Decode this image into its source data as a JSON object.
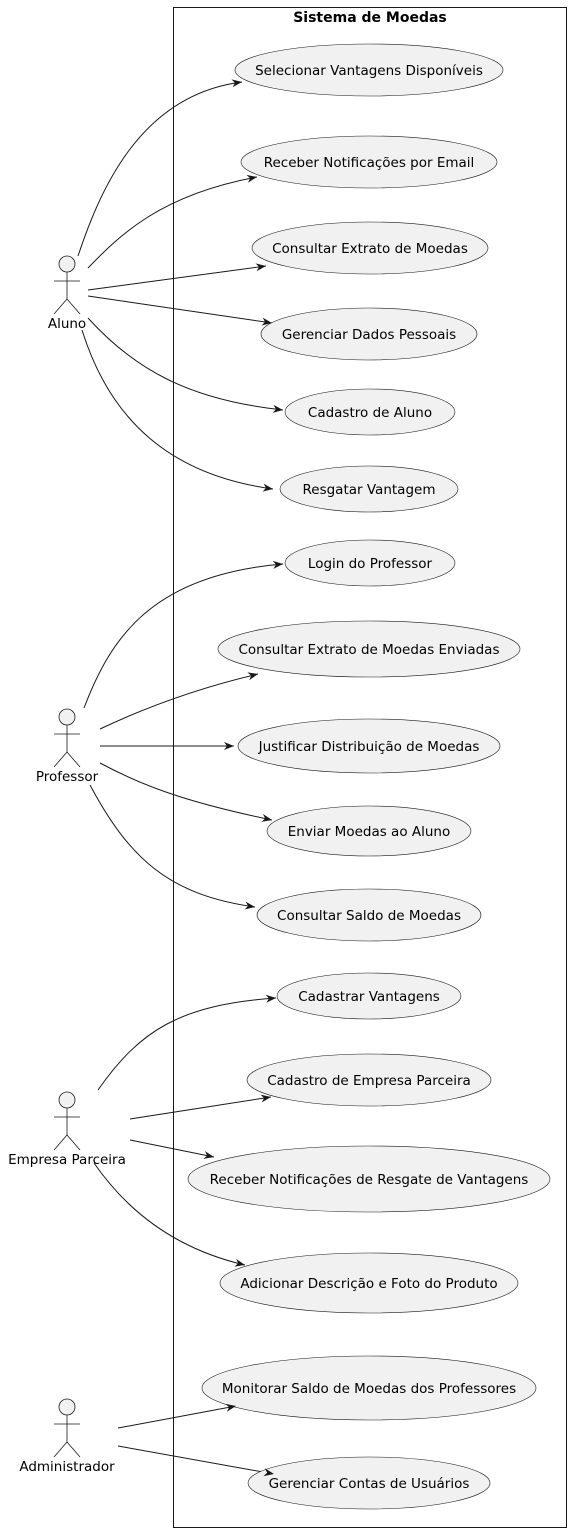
{
  "system": {
    "title": "Sistema de Moedas"
  },
  "actors": [
    {
      "id": "aluno",
      "label": "Aluno"
    },
    {
      "id": "professor",
      "label": "Professor"
    },
    {
      "id": "empresa",
      "label": "Empresa Parceira"
    },
    {
      "id": "admin",
      "label": "Administrador"
    }
  ],
  "use_cases": [
    {
      "id": "uc1",
      "label": "Selecionar Vantagens Disponíveis"
    },
    {
      "id": "uc2",
      "label": "Receber Notificações por Email"
    },
    {
      "id": "uc3",
      "label": "Consultar Extrato de Moedas"
    },
    {
      "id": "uc4",
      "label": "Gerenciar Dados Pessoais"
    },
    {
      "id": "uc5",
      "label": "Cadastro de Aluno"
    },
    {
      "id": "uc6",
      "label": "Resgatar Vantagem"
    },
    {
      "id": "uc7",
      "label": "Login do Professor"
    },
    {
      "id": "uc8",
      "label": "Consultar Extrato de Moedas Enviadas"
    },
    {
      "id": "uc9",
      "label": "Justificar Distribuição de Moedas"
    },
    {
      "id": "uc10",
      "label": "Enviar Moedas ao Aluno"
    },
    {
      "id": "uc11",
      "label": "Consultar Saldo de Moedas"
    },
    {
      "id": "uc12",
      "label": "Cadastrar Vantagens"
    },
    {
      "id": "uc13",
      "label": "Cadastro de Empresa Parceira"
    },
    {
      "id": "uc14",
      "label": "Receber Notificações de Resgate de Vantagens"
    },
    {
      "id": "uc15",
      "label": "Adicionar Descrição e Foto do Produto"
    },
    {
      "id": "uc16",
      "label": "Monitorar Saldo de Moedas dos Professores"
    },
    {
      "id": "uc17",
      "label": "Gerenciar Contas de Usuários"
    }
  ],
  "associations": [
    {
      "from": "aluno",
      "to": "uc1"
    },
    {
      "from": "aluno",
      "to": "uc2"
    },
    {
      "from": "aluno",
      "to": "uc3"
    },
    {
      "from": "aluno",
      "to": "uc4"
    },
    {
      "from": "aluno",
      "to": "uc5"
    },
    {
      "from": "aluno",
      "to": "uc6"
    },
    {
      "from": "professor",
      "to": "uc7"
    },
    {
      "from": "professor",
      "to": "uc8"
    },
    {
      "from": "professor",
      "to": "uc9"
    },
    {
      "from": "professor",
      "to": "uc10"
    },
    {
      "from": "professor",
      "to": "uc11"
    },
    {
      "from": "empresa",
      "to": "uc12"
    },
    {
      "from": "empresa",
      "to": "uc13"
    },
    {
      "from": "empresa",
      "to": "uc14"
    },
    {
      "from": "empresa",
      "to": "uc15"
    },
    {
      "from": "admin",
      "to": "uc16"
    },
    {
      "from": "admin",
      "to": "uc17"
    }
  ]
}
